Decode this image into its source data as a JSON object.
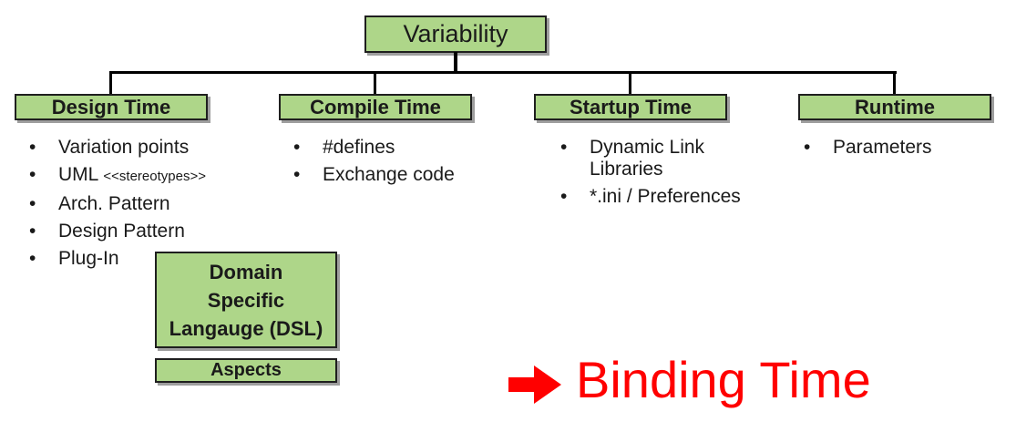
{
  "root": {
    "title": "Variability"
  },
  "columns": [
    {
      "title": "Design Time",
      "items": [
        "Variation points",
        {
          "main": "UML ",
          "small": "<<stereotypes>>"
        },
        "Arch. Pattern",
        "Design Pattern",
        "Plug-In"
      ]
    },
    {
      "title": "Compile Time",
      "items": [
        "#defines",
        "Exchange code"
      ]
    },
    {
      "title": "Startup Time",
      "items": [
        "Dynamic Link\nLibraries",
        "*.ini / Preferences"
      ]
    },
    {
      "title": "Runtime",
      "items": [
        "Parameters"
      ]
    }
  ],
  "extra_boxes": {
    "dsl": "Domain\nSpecific\nLangauge (DSL)",
    "aspects": "Aspects"
  },
  "annotation": {
    "label": "Binding Time",
    "icon": "right-arrow-icon"
  },
  "colors": {
    "box_fill": "#AED689",
    "box_border": "#1F1F1F",
    "box_shadow": "#9E9E9E",
    "connector": "#000000",
    "text": "#1A1A1A",
    "annotation_red": "#FF0000"
  }
}
